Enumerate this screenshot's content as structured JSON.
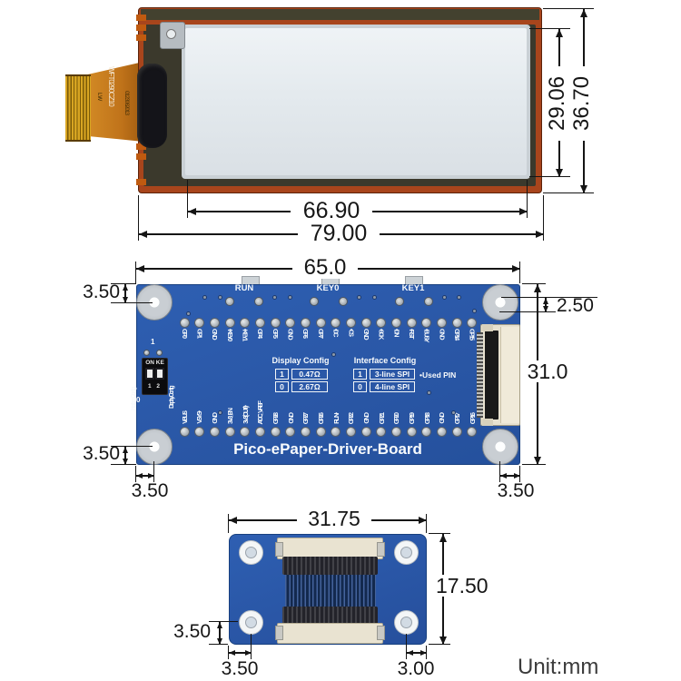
{
  "unit_label": "Unit:mm",
  "epaper_module": {
    "cable_marking": "WFT0290CZ10",
    "cable_marking2": "0123062013",
    "cable_marking3": "LW",
    "dims": {
      "active_height": "29.06",
      "module_height": "36.70",
      "active_width": "66.90",
      "module_width": "79.00"
    }
  },
  "driver_board": {
    "title": "Pico-ePaper-Driver-Board",
    "buttons": [
      "RUN",
      "KEY0",
      "KEY1"
    ],
    "dip_switch": {
      "top_label": "1",
      "body_label": "ON KE",
      "positions": "1 2",
      "bottom_label": "0"
    },
    "side_labels": {
      "interface": "Interface Config",
      "display": "Display Config"
    },
    "top_pins": [
      "GP0",
      "GP1",
      "GND",
      "•KEY0",
      "•KEY1",
      "GP4",
      "GP5",
      "GND",
      "GP6",
      "GP7",
      "•DC",
      "•CS",
      "GND",
      "•SCK",
      "•DIN",
      "•RST",
      "•BUSY",
      "GND",
      "GP14",
      "GP15"
    ],
    "bottom_pins": [
      "VBUS",
      "VSYS•",
      "GND",
      "3V3_EN",
      "3V3(OUT)•",
      "ADC_VREF",
      "GP28",
      "GND",
      "GP27",
      "GP26",
      "RUN•",
      "GP22",
      "GND",
      "GP21",
      "GP20",
      "GP19",
      "GP18",
      "GND",
      "GP17",
      "GP16"
    ],
    "display_config": {
      "title": "Display Config",
      "rows": [
        [
          "1",
          "0.47Ω"
        ],
        [
          "0",
          "2.67Ω"
        ]
      ]
    },
    "interface_config": {
      "title": "Interface Config",
      "rows": [
        [
          "1",
          "3-line SPI"
        ],
        [
          "0",
          "4-line SPI"
        ]
      ]
    },
    "used_pin_note": "•Used PIN",
    "dims": {
      "width": "65.0",
      "height": "31.0",
      "hole_top_offset": "3.50",
      "hole_bottom_offset": "3.50",
      "hole_left_offset": "3.50",
      "hole_right_offset": "3.50",
      "pin_row_offset": "2.50"
    }
  },
  "adapter_board": {
    "dims": {
      "width": "31.75",
      "height": "17.50",
      "hole_vertical_offset": "3.50",
      "hole_left_offset": "3.50",
      "hole_right_offset": "3.00"
    }
  },
  "colors": {
    "pcb_blue": "#2b59a8",
    "amber": "#a8451c",
    "dim_line": "#151515"
  }
}
